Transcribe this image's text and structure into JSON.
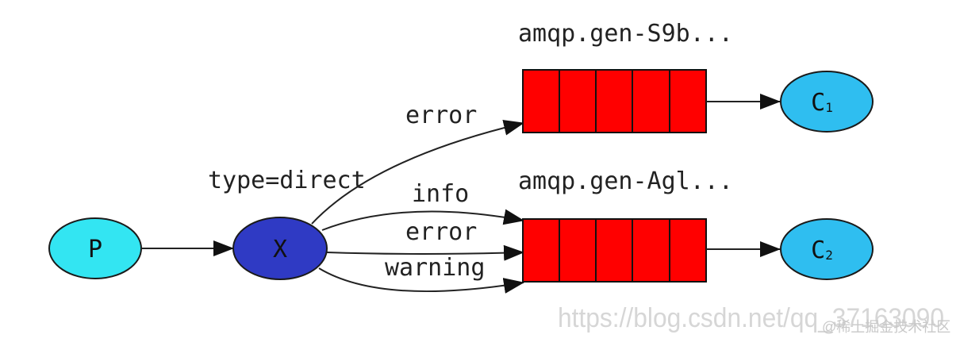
{
  "producer": {
    "label": "P",
    "color": "#33e5f2"
  },
  "exchange": {
    "label": "X",
    "type_label": "type=direct",
    "color": "#2f3ac4"
  },
  "queues": [
    {
      "name": "amqp.gen-S9b...",
      "color": "#ff0000"
    },
    {
      "name": "amqp.gen-Agl...",
      "color": "#ff0000"
    }
  ],
  "consumers": [
    {
      "label": "C",
      "subscript": "1",
      "color": "#2fbef0"
    },
    {
      "label": "C",
      "subscript": "2",
      "color": "#2fbef0"
    }
  ],
  "bindings": {
    "queue1": [
      "error"
    ],
    "queue2": [
      "info",
      "error",
      "warning"
    ]
  },
  "watermark": {
    "url": "https://blog.csdn.net/qq_37163090",
    "brand": "@稀土掘金技术社区"
  }
}
